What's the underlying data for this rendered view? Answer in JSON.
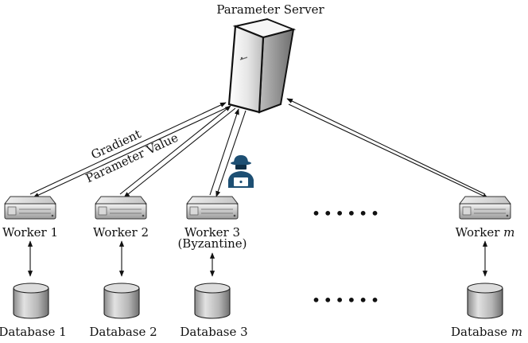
{
  "server": {
    "label": "Parameter Server"
  },
  "arrow_labels": {
    "gradient": "Gradient",
    "parameter_value": "Parameter Value"
  },
  "workers": [
    {
      "label": "Worker 1",
      "note": "",
      "variable": ""
    },
    {
      "label": "Worker 2",
      "note": "",
      "variable": ""
    },
    {
      "label": "Worker 3",
      "note": "(Byzantine)",
      "variable": ""
    },
    {
      "label": "Worker ",
      "note": "",
      "variable": "m"
    }
  ],
  "databases": [
    {
      "label": "Database 1",
      "variable": ""
    },
    {
      "label": "Database 2",
      "variable": ""
    },
    {
      "label": "Database 3",
      "variable": ""
    },
    {
      "label": "Database ",
      "variable": "m"
    }
  ],
  "ellipsis": "••••••",
  "icons": {
    "server": "tower-server-icon",
    "worker": "rack-server-icon",
    "database": "database-cylinder-icon",
    "attacker": "hacker-icon"
  },
  "colors": {
    "attacker": "#1d4f73",
    "ink": "#111111"
  }
}
